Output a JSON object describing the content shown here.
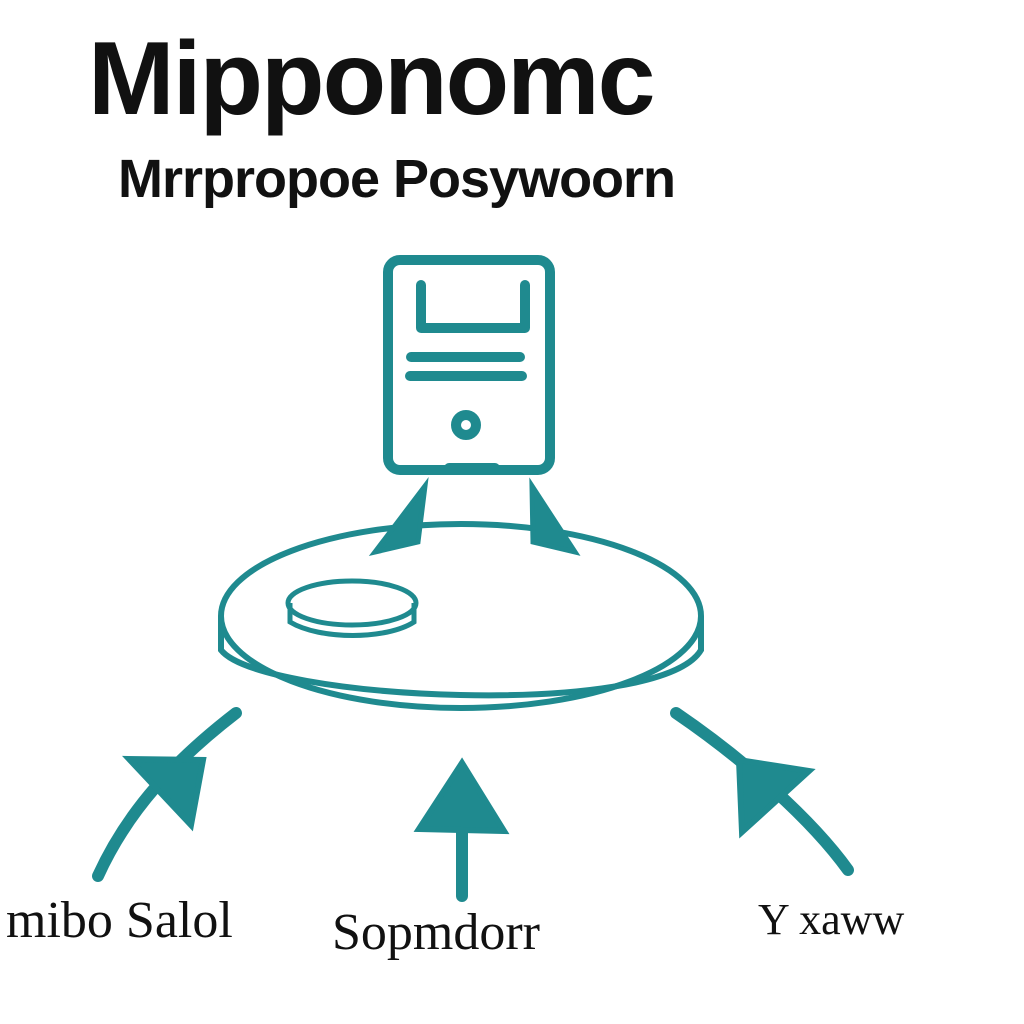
{
  "diagram": {
    "title": "Mipponomc",
    "subtitle": "Mrrpropoe Posywoorn",
    "labels": {
      "left": "mibo Salol",
      "center": "Sopmdorr",
      "right": "Y xaww"
    },
    "icons": {
      "computer": "computer-tower-icon",
      "platform": "round-platform-icon",
      "puck": "disc-puck-icon"
    },
    "colors": {
      "accent": "#1f8a8f",
      "text": "#111111",
      "background": "#ffffff"
    }
  }
}
